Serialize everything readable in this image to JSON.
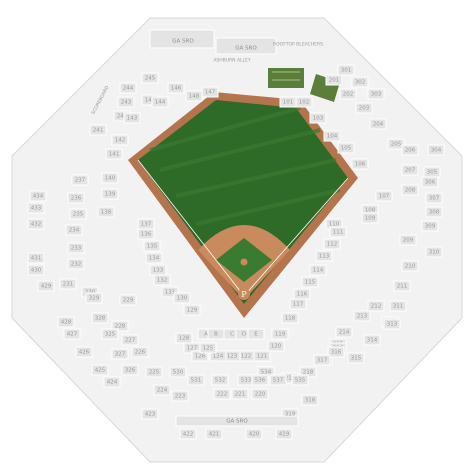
{
  "colors": {
    "outer": "#f2f2f2",
    "section": "#e4e4e4",
    "section_text": "#9a9a9a",
    "grass": "#2f6b28",
    "grass_light": "#3b7a31",
    "dirt": "#b5744e",
    "dirt_light": "#c98a5e",
    "line": "#ffffff",
    "bullpen": "#5b7f3a"
  },
  "labels": {
    "ga_sro_top_left": "GA SRO",
    "ga_sro_top_center": "GA SRO",
    "rooftop": "ROOFTOP BLEACHERS",
    "ashburn": "ASHBURN ALLEY",
    "scoreboard": "SCOREBOARD",
    "ga_sro_bottom": "GA SRO",
    "home_logo": "P"
  },
  "sections": {
    "t1": "245",
    "t2": "244",
    "t3": "243",
    "t4": "242",
    "t5": "241",
    "t6": "146",
    "t7": "145",
    "t8": "144",
    "t9": "143",
    "t10": "142",
    "t11": "141",
    "t12": "148",
    "t13": "147",
    "t14": "201",
    "t15": "202",
    "t16": "203",
    "t17": "204",
    "t18": "205",
    "t19": "101",
    "t20": "102",
    "t21": "103",
    "t22": "104",
    "t23": "105",
    "t24": "106",
    "t25": "301",
    "t26": "302",
    "t27": "303",
    "l1": "140",
    "l2": "139",
    "l3": "138",
    "l4": "137",
    "l5": "136",
    "l6": "135",
    "l7": "134",
    "l8": "133",
    "l9": "132",
    "l10": "131",
    "l11": "130",
    "l12": "129",
    "l13": "128",
    "l14": "127",
    "l15": "126",
    "l16": "237",
    "l17": "236",
    "l18": "235",
    "l19": "234",
    "l20": "233",
    "l21": "232",
    "l22": "231",
    "l23": "230",
    "l24": "229",
    "l25": "228",
    "l26": "227",
    "l27": "226",
    "l28": "225",
    "l29": "224",
    "l30": "223",
    "l31": "434",
    "l32": "433",
    "l33": "432",
    "l34": "431",
    "l35": "430",
    "l36": "429",
    "l37": "428",
    "l38": "427",
    "l39": "426",
    "l40": "425",
    "l41": "424",
    "l42": "423",
    "l43": "422",
    "l44": "421",
    "l45": "329",
    "l46": "328",
    "l47": "327",
    "l48": "326",
    "l49": "325",
    "r1": "107",
    "r2": "108",
    "r3": "109",
    "r4": "110",
    "r5": "111",
    "r6": "112",
    "r7": "113",
    "r8": "114",
    "r9": "115",
    "r10": "116",
    "r11": "117",
    "r12": "118",
    "r13": "119",
    "r14": "120",
    "r15": "121",
    "r16": "122",
    "r17": "123",
    "r18": "124",
    "r19": "125",
    "r20": "206",
    "r21": "207",
    "r22": "208",
    "r23": "209",
    "r24": "210",
    "r25": "211",
    "r26": "212",
    "r27": "213",
    "r28": "214",
    "r29": "215",
    "r30": "216",
    "r31": "217",
    "r32": "218",
    "r33": "219",
    "r34": "220",
    "r35": "221",
    "r36": "222",
    "r37": "304",
    "r38": "305",
    "r39": "306",
    "r40": "307",
    "r41": "308",
    "r42": "309",
    "r43": "310",
    "r44": "311",
    "r45": "312",
    "r46": "313",
    "r47": "314",
    "r48": "315",
    "r49": "316",
    "r50": "317",
    "r51": "318",
    "r52": "319",
    "r53": "420",
    "r54": "419",
    "b1": "A",
    "b2": "B",
    "b3": "C",
    "b4": "D",
    "b5": "E",
    "b6": "530",
    "b7": "531",
    "b8": "532",
    "b9": "533",
    "b10": "534",
    "b11": "535",
    "b12": "536",
    "b13": "537"
  }
}
